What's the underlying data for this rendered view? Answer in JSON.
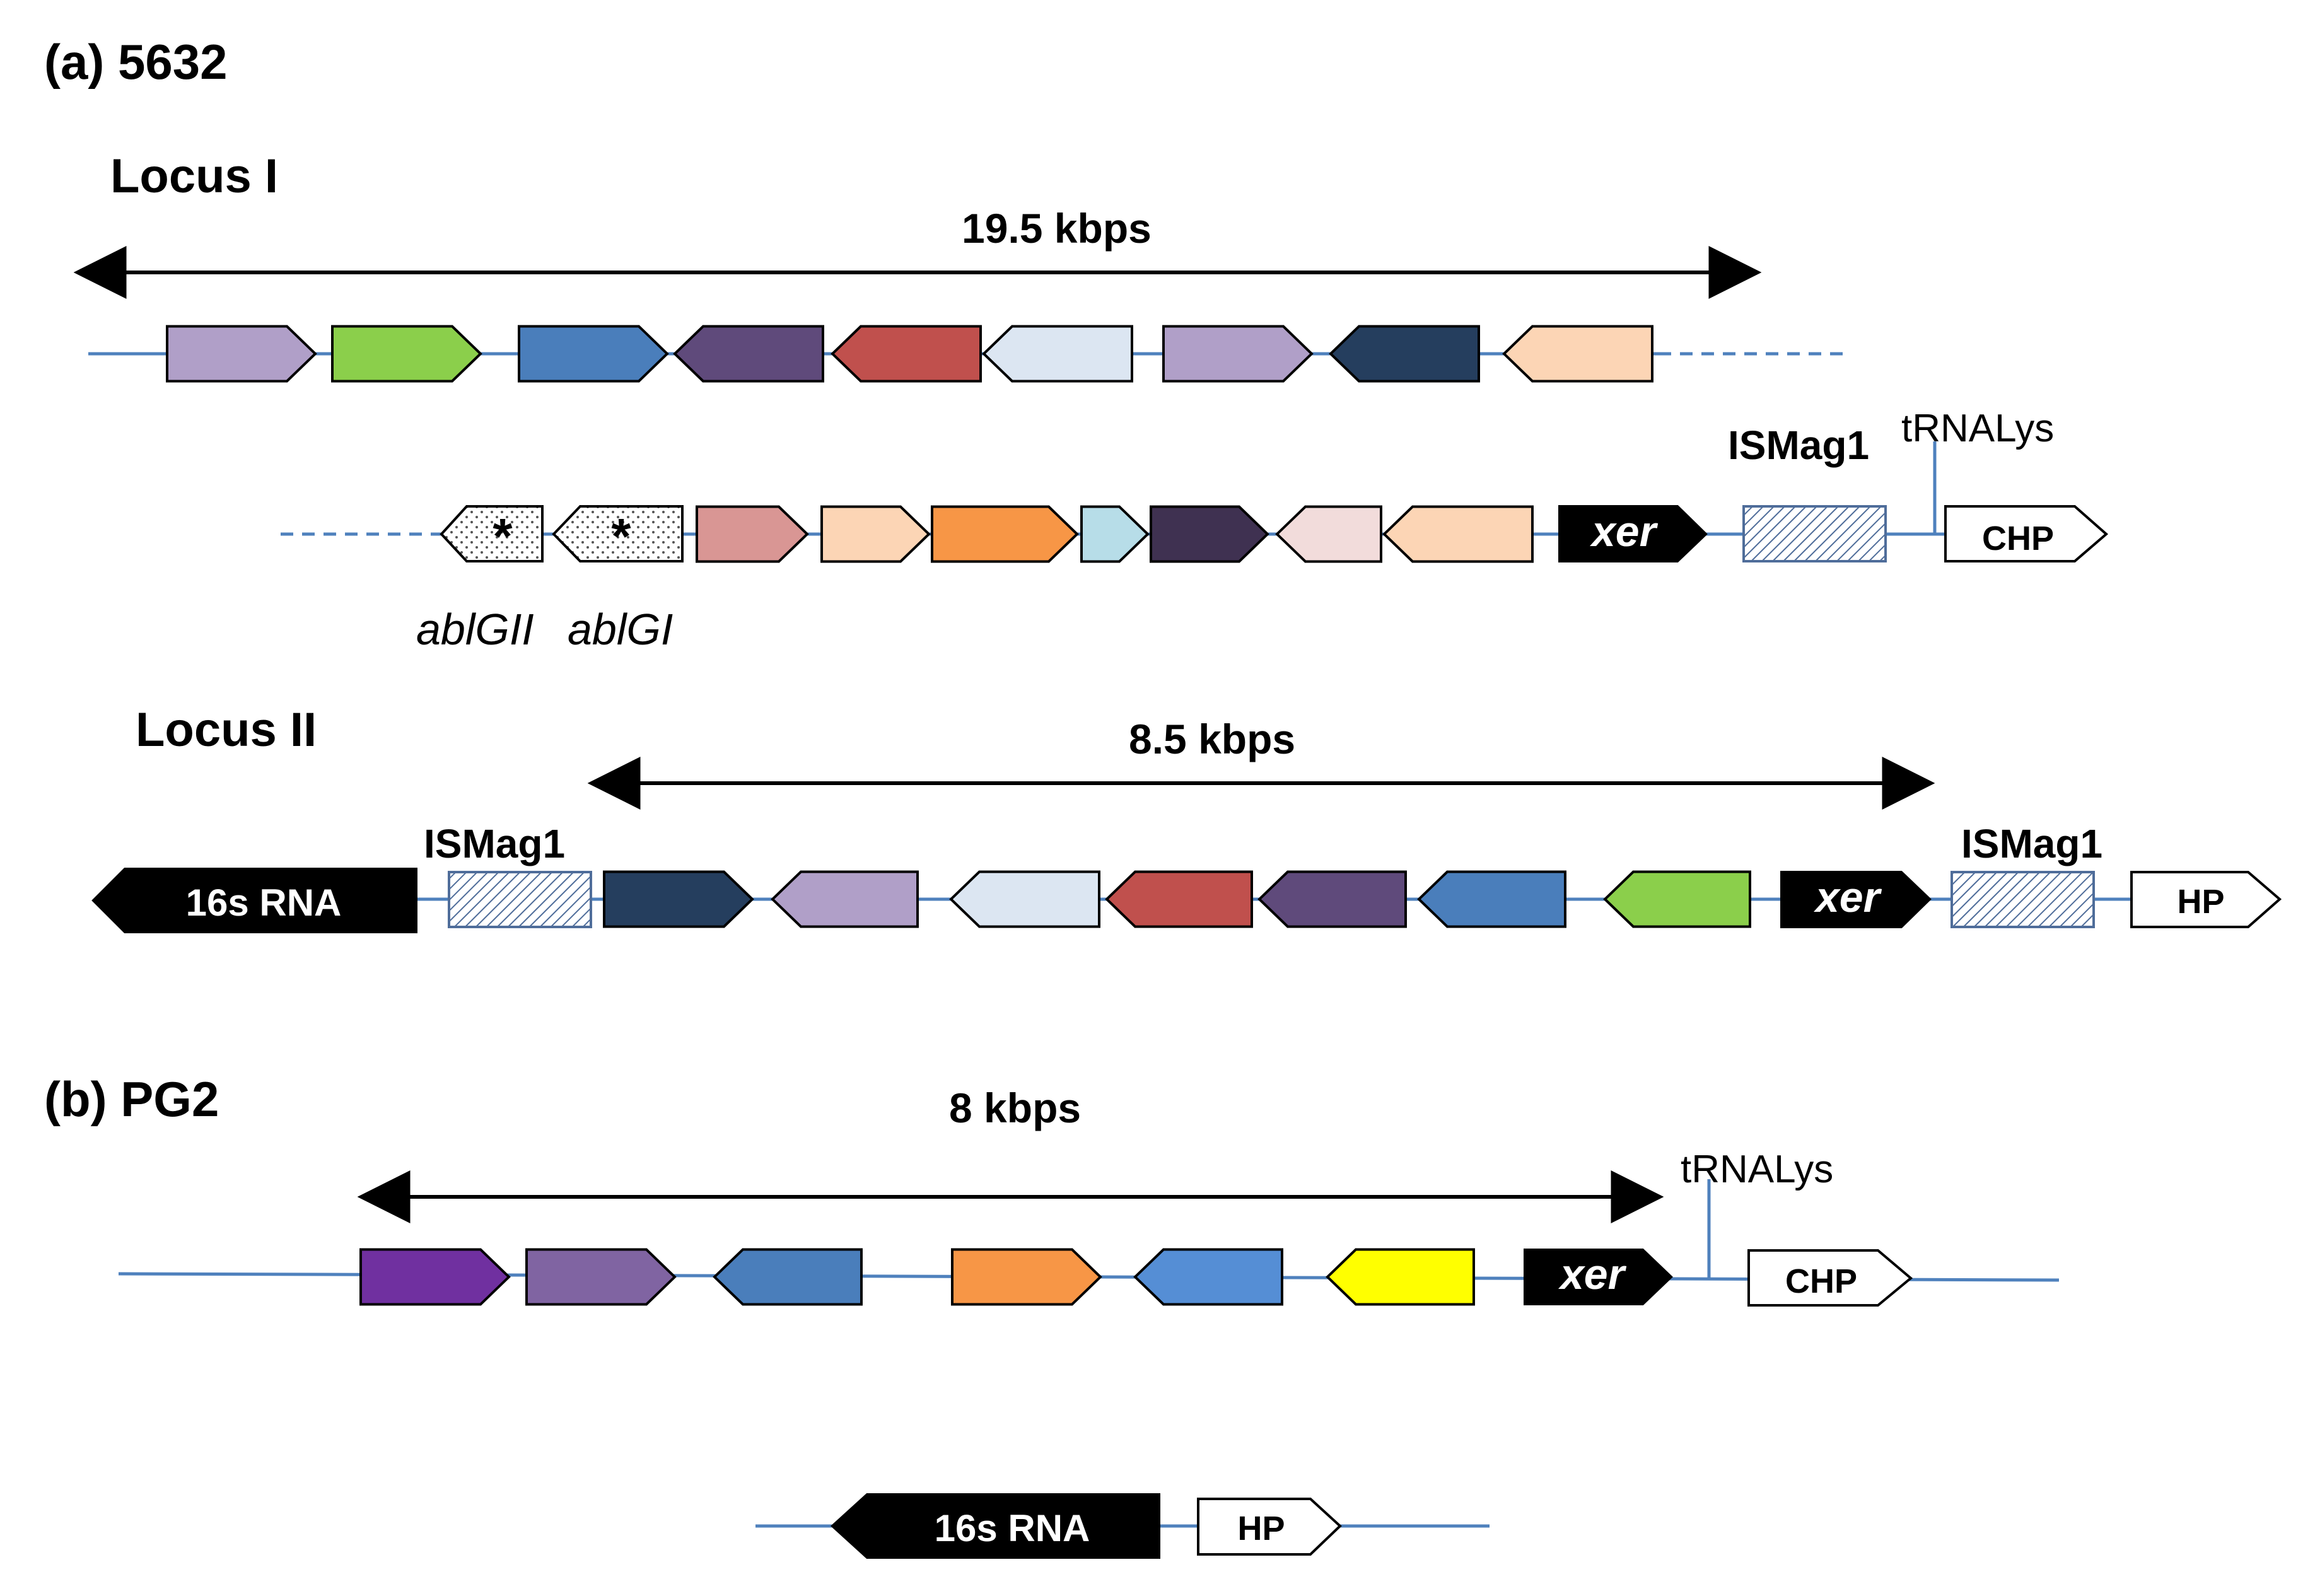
{
  "panel_a": {
    "label": "(a) 5632"
  },
  "locus1": {
    "title": "Locus I",
    "span": "19.5 kbps",
    "row1_genes": [
      {
        "name": "gene-1",
        "color": "#b09fc8",
        "dir": "right"
      },
      {
        "name": "gene-2",
        "color": "#8bcf4b",
        "dir": "right"
      },
      {
        "name": "gene-3",
        "color": "#4a7ebb",
        "dir": "right"
      },
      {
        "name": "gene-4",
        "color": "#5f4a7b",
        "dir": "left"
      },
      {
        "name": "gene-5",
        "color": "#c0504d",
        "dir": "left"
      },
      {
        "name": "gene-6",
        "color": "#dce6f2",
        "dir": "left"
      },
      {
        "name": "gene-7",
        "color": "#b09fc8",
        "dir": "right"
      },
      {
        "name": "gene-8",
        "color": "#253e5e",
        "dir": "left"
      },
      {
        "name": "gene-9",
        "color": "#fcd5b5",
        "dir": "left"
      }
    ],
    "row2_genes": [
      {
        "name": "gene-10",
        "color": "#d99694",
        "dir": "right"
      },
      {
        "name": "gene-11",
        "color": "#fcd5b5",
        "dir": "right"
      },
      {
        "name": "gene-12",
        "color": "#f79646",
        "dir": "right"
      },
      {
        "name": "gene-13",
        "color": "#b7dde8",
        "dir": "right"
      },
      {
        "name": "gene-14",
        "color": "#3f3151",
        "dir": "right"
      },
      {
        "name": "gene-15",
        "color": "#f2dcdb",
        "dir": "left"
      },
      {
        "name": "gene-16",
        "color": "#fcd5b5",
        "dir": "left"
      }
    ],
    "ablgii": "ablGII",
    "ablgi": "ablGI",
    "star": "*",
    "xer": "xer",
    "ismag1": "ISMag1",
    "trna": "tRNALys",
    "chp": "CHP"
  },
  "locus2": {
    "title": "Locus II",
    "span": "8.5 kbps",
    "rna": "16s RNA",
    "ismag1_left": "ISMag1",
    "ismag1_right": "ISMag1",
    "xer": "xer",
    "hp": "HP",
    "genes": [
      {
        "name": "gene-17",
        "color": "#253e5e",
        "dir": "right"
      },
      {
        "name": "gene-18",
        "color": "#b09fc8",
        "dir": "left"
      },
      {
        "name": "gene-19",
        "color": "#dce6f2",
        "dir": "left"
      },
      {
        "name": "gene-20",
        "color": "#c0504d",
        "dir": "left"
      },
      {
        "name": "gene-21",
        "color": "#5f4a7b",
        "dir": "left"
      },
      {
        "name": "gene-22",
        "color": "#4a7ebb",
        "dir": "left"
      },
      {
        "name": "gene-23",
        "color": "#8bcf4b",
        "dir": "left"
      }
    ]
  },
  "panel_b": {
    "label": "(b) PG2",
    "span": "8 kbps",
    "trna": "tRNALys",
    "xer": "xer",
    "chp": "CHP",
    "rna": "16s RNA",
    "hp": "HP",
    "genes": [
      {
        "name": "gene-24",
        "color": "#7030a0",
        "dir": "right"
      },
      {
        "name": "gene-25",
        "color": "#8064a2",
        "dir": "right"
      },
      {
        "name": "gene-26",
        "color": "#4a7ebb",
        "dir": "left"
      },
      {
        "name": "gene-27",
        "color": "#f79646",
        "dir": "right"
      },
      {
        "name": "gene-28",
        "color": "#558ed5",
        "dir": "left"
      },
      {
        "name": "gene-29",
        "color": "#ffff00",
        "dir": "left"
      }
    ]
  }
}
